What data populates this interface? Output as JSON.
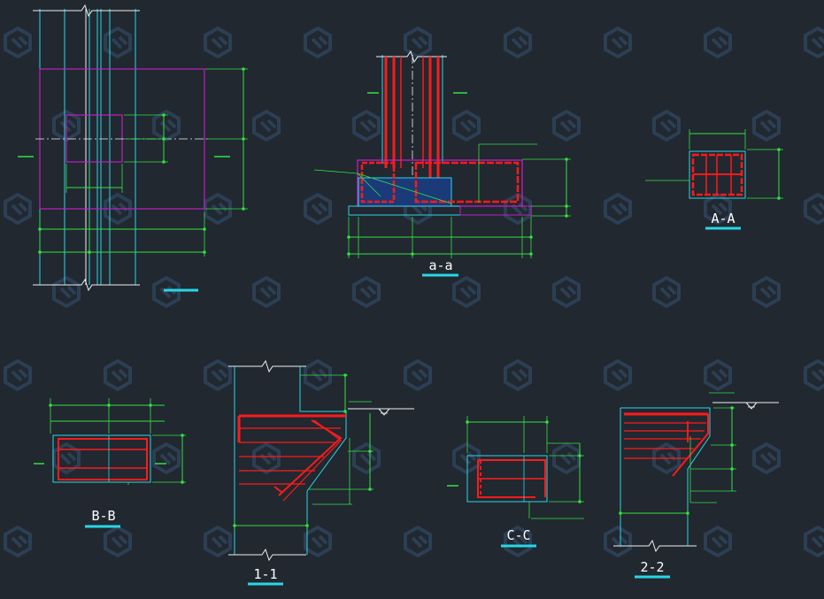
{
  "canvas": {
    "background": "#212830"
  },
  "colors": {
    "cyan": "#29d6e6",
    "green": "#33e040",
    "magenta": "#c020c0",
    "red": "#ff1a1a",
    "white": "#f0f0f0",
    "fill_blue": "#1b3a7a",
    "watermark": "#3a5a80"
  },
  "labels": {
    "section_aa_lower": "a-a",
    "section_AA": "A-A",
    "section_BB": "B-B",
    "section_11": "1-1",
    "section_CC": "C-C",
    "section_22": "2-2"
  },
  "watermark": {
    "icon": "stacked-chevron-logo"
  }
}
